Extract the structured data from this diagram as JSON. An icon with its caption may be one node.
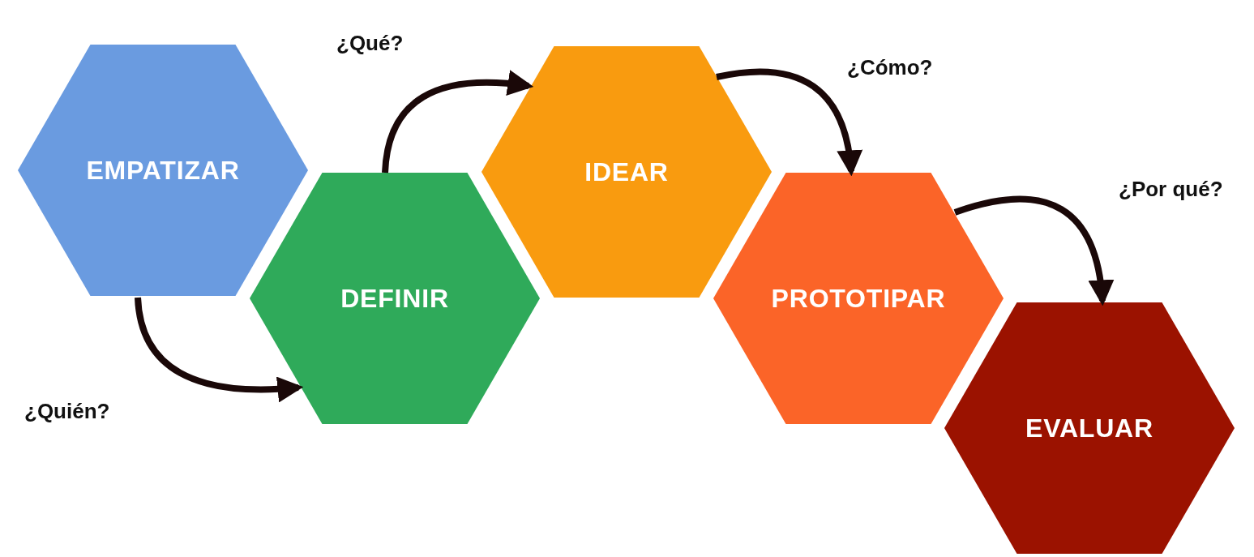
{
  "diagram": {
    "nodes": [
      {
        "text": [
          "EMPATIZAR"
        ]
      },
      {
        "text": [
          "DEFINIR"
        ]
      },
      {
        "text": [
          "IDEAR"
        ]
      },
      {
        "text": [
          "PROTOTIPAR"
        ]
      },
      {
        "text": [
          "EVALUAR"
        ]
      }
    ],
    "edges": [
      {
        "from": 0,
        "to": 1,
        "arrow": "to",
        "label": "¿Quién?"
      },
      {
        "from": 1,
        "to": 2,
        "arrow": "to",
        "label": "¿Qué?"
      },
      {
        "from": 2,
        "to": 3,
        "arrow": "to",
        "label": "¿Cómo?"
      },
      {
        "from": 3,
        "to": 4,
        "arrow": "to",
        "label": "¿Por qué?"
      }
    ]
  }
}
